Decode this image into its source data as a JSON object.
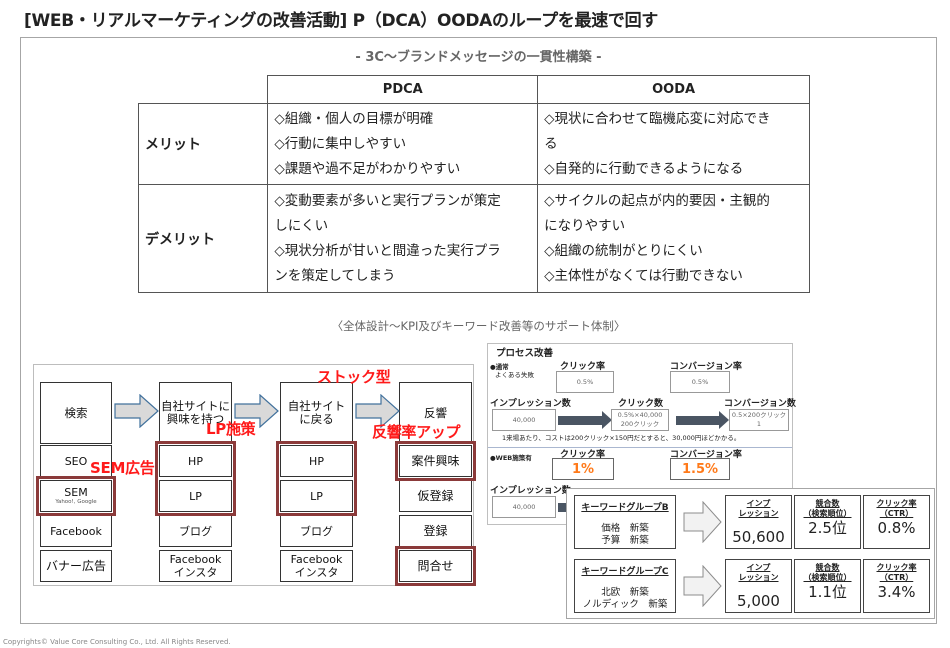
{
  "page_title": "[WEB・リアルマーケティングの改善活動] P（DCA）OODAのループを最速で回す",
  "comparison": {
    "heading": "- 3C〜ブランドメッセージの一貫性構築 -",
    "columns": [
      "PDCA",
      "OODA"
    ],
    "rows": [
      {
        "label": "メリット",
        "pdca": [
          "◇組織・個人の目標が明確",
          "◇行動に集中しやすい",
          "◇課題や過不足がわかりやすい"
        ],
        "ooda": [
          "◇現状に合わせて臨機応変に対応でき",
          "る",
          "◇自発的に行動できるようになる"
        ]
      },
      {
        "label": "デメリット",
        "pdca": [
          "◇変動要素が多いと実行プランが策定",
          "しにくい",
          "◇現状分析が甘いと間違った実行プラ",
          "ンを策定してしまう"
        ],
        "ooda": [
          "◇サイクルの起点が内的要因・主観的",
          "になりやすい",
          "◇組織の統制がとりにくい",
          "◇主体性がなくては行動できない"
        ]
      }
    ]
  },
  "support_heading": "〈全体設計〜KPI及びキーワード改善等のサポート体制〉",
  "flow": {
    "stages": [
      {
        "title": "検索",
        "items": [
          "SEO",
          "SEM",
          "Facebook",
          "バナー広告"
        ],
        "sem_sub": "Yahoo!, Google"
      },
      {
        "title_lines": [
          "自社サイトに",
          "興味を持つ"
        ],
        "items": [
          "HP",
          "LP",
          "ブログ",
          "Facebook",
          "インスタ"
        ]
      },
      {
        "title_lines": [
          "自社サイト",
          "に戻る"
        ],
        "items": [
          "HP",
          "LP",
          "ブログ",
          "Facebook",
          "インスタ"
        ]
      },
      {
        "title": "反響",
        "items": [
          "案件興味",
          "仮登録",
          "登録",
          "問合せ"
        ]
      }
    ],
    "annotations": {
      "stock": "ストック型",
      "lp": "LP施策",
      "response": "反響率アップ",
      "sem": "SEM広告"
    },
    "highlight_color": "#8b3a3a",
    "annotation_color": "#ff1a1a"
  },
  "process": {
    "title": "プロセス改善",
    "normal_label_1": "●通常",
    "normal_label_2": "よくある失敗",
    "ctr_label": "クリック率",
    "cvr_label": "コンバージョン率",
    "normal_ctr": "0.5%",
    "normal_cvr": "0.5%",
    "impressions_label": "インプレッション数",
    "clicks_label": "クリック数",
    "conversions_label": "コンバージョン数",
    "impressions": "40,000",
    "clicks_line1": "0.5%×40,000",
    "clicks_line2": "200クリック",
    "conv_line1": "0.5×200クリック",
    "conv_line2": "1",
    "cost_note": "1来場あたり、コストは200クリック×150円だとすると、30,000円ほどかかる。",
    "web_label": "●WEB施策有",
    "web_ctr": "1%",
    "web_cvr": "1.5%",
    "web_impressions": "40,000",
    "accent_color": "#ff7a1a"
  },
  "keywords": [
    {
      "group": "キーワードグループB",
      "terms": [
        "価格　新築",
        "予算　新築"
      ],
      "impressions_head": [
        "インプ",
        "レッション"
      ],
      "impressions": "50,600",
      "rank_head": [
        "競合数",
        "（検索順位）"
      ],
      "rank": "2.5位",
      "ctr_head": [
        "クリック率",
        "（CTR）"
      ],
      "ctr": "0.8%"
    },
    {
      "group": "キーワードグループC",
      "terms": [
        "北欧　新築",
        "ノルディック　新築"
      ],
      "impressions_head": [
        "インプ",
        "レッション"
      ],
      "impressions": "5,000",
      "rank_head": [
        "競合数",
        "（検索順位）"
      ],
      "rank": "1.1位",
      "ctr_head": [
        "クリック率",
        "（CTR）"
      ],
      "ctr": "3.4%"
    }
  ],
  "footer": "Copyrights© Value Core Consulting Co., Ltd.  All Rights Reserved."
}
